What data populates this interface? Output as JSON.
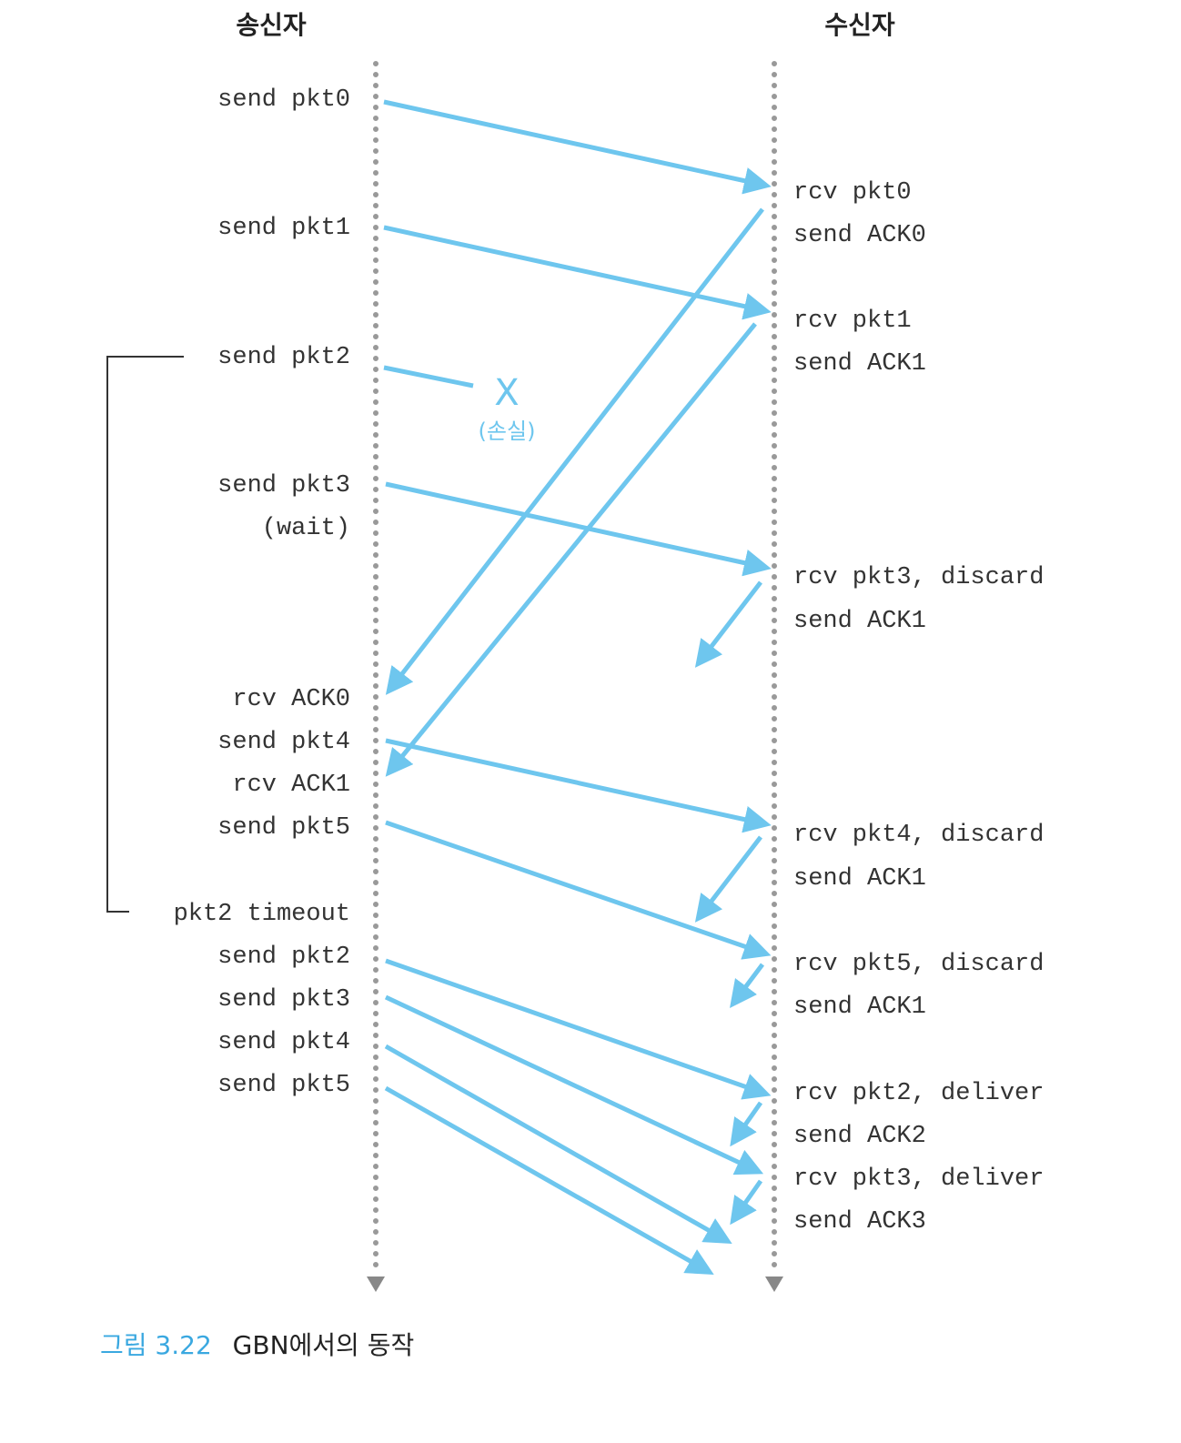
{
  "headers": {
    "sender": "송신자",
    "receiver": "수신자"
  },
  "sender_events": [
    "send pkt0",
    "send pkt1",
    "send pkt2",
    "send pkt3",
    "(wait)",
    "rcv ACK0",
    "send pkt4",
    "rcv ACK1",
    "send pkt5",
    "pkt2 timeout",
    "send pkt2",
    "send pkt3",
    "send pkt4",
    "send pkt5"
  ],
  "receiver_events": [
    "rcv pkt0",
    "send ACK0",
    "rcv pkt1",
    "send ACK1",
    "rcv pkt3, discard",
    "send ACK1",
    "rcv pkt4, discard",
    "send ACK1",
    "rcv pkt5, discard",
    "send ACK1",
    "rcv pkt2, deliver",
    "send ACK2",
    "rcv pkt3, deliver",
    "send ACK3"
  ],
  "loss": {
    "mark": "X",
    "label": "(손실)"
  },
  "caption": {
    "number": "그림 3.22",
    "title": "GBN에서의 동작"
  },
  "colors": {
    "arrow": "#6ec6ee",
    "timeline": "#999999",
    "caption_accent": "#3aa8e0"
  }
}
